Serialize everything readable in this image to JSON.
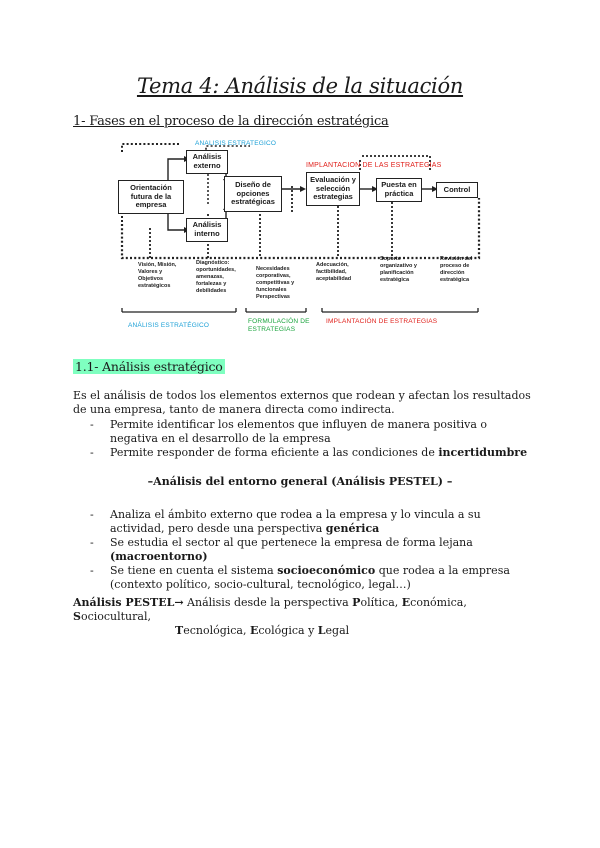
{
  "title": "Tema 4: Análisis de la situación",
  "section1": "1- Fases en el proceso de la dirección estratégica",
  "diagram": {
    "label_analisis_top": "ANALISIS ESTRATEGICO",
    "label_implantacion_top": "IMPLANTACION DE LAS ESTRATEGIAS",
    "box_externo": "Análisis externo",
    "box_orientacion": "Orientación futura de la empresa",
    "box_interno": "Análisis interno",
    "box_diseno": "Diseño de opciones estratégicas",
    "box_evaluacion": "Evaluación y selección estrategias",
    "box_puesta": "Puesta en práctica",
    "box_control": "Control",
    "note_vision": "Visión, Misión, Valores y Objetivos estratégicos",
    "note_diagnostico": "Diagnóstico: oportunidades, amenazas, fortalezas y debilidades",
    "note_necesidades": "Necesidades corporativas, competitivas y funcionales Perspectivas",
    "note_adecuacion": "Adecuación, factibilidad, aceptabilidad",
    "note_soporte": "Soporte organizativo y planificación estratégica",
    "note_revision": "Revisión del proceso de dirección estratégica",
    "label_analisis_bottom": "ANÁLISIS ESTRATÉGICO",
    "label_formulacion": "FORMULACIÓN DE ESTRATEGIAS",
    "label_implantacion_bottom": "IMPLANTACIÓN DE ESTRATEGIAS",
    "colors": {
      "blue": "#1a9fd6",
      "red": "#e0201b",
      "green": "#19a33c"
    }
  },
  "section11": "1.1- Análisis estratégico",
  "intro": "Es el análisis de todos los elementos externos  que rodean y afectan los resultados de una empresa, tanto de manera directa como indirecta.",
  "bullets1": {
    "b1": "Permite identificar los elementos que influyen de manera positiva o negativa en el desarrollo de la empresa",
    "b2_pre": "Permite responder de forma eficiente a las condiciones de ",
    "b2_bold": "incertidumbre"
  },
  "subheading": "–Análisis del entorno general (Análisis PESTEL) –",
  "bullets2": {
    "b1_pre": "Analiza el ámbito externo que rodea a la empresa y lo vincula a su actividad, pero desde una perspectiva ",
    "b1_bold": "genérica",
    "b2_pre": "Se estudia el sector al que pertenece la empresa de forma lejana ",
    "b2_bold": "(macroentorno)",
    "b3_pre": "Se tiene en cuenta el sistema ",
    "b3_bold": "socioeconómico",
    "b3_post": " que rodea a la empresa (contexto político, socio-cultural, tecnológico, legal…)"
  },
  "pestel": {
    "lead": "Análisis PESTEL",
    "arrow": "→",
    "text1": " Análisis desde la perspectiva ",
    "p": "P",
    "p_rest": "olítica, ",
    "e": "E",
    "e_rest": "conómica, ",
    "s": "S",
    "s_rest": "ociocultural,",
    "t": "T",
    "t_rest": "ecnológica, ",
    "e2": "E",
    "e2_rest": "cológica y ",
    "l": "L",
    "l_rest": "egal"
  }
}
